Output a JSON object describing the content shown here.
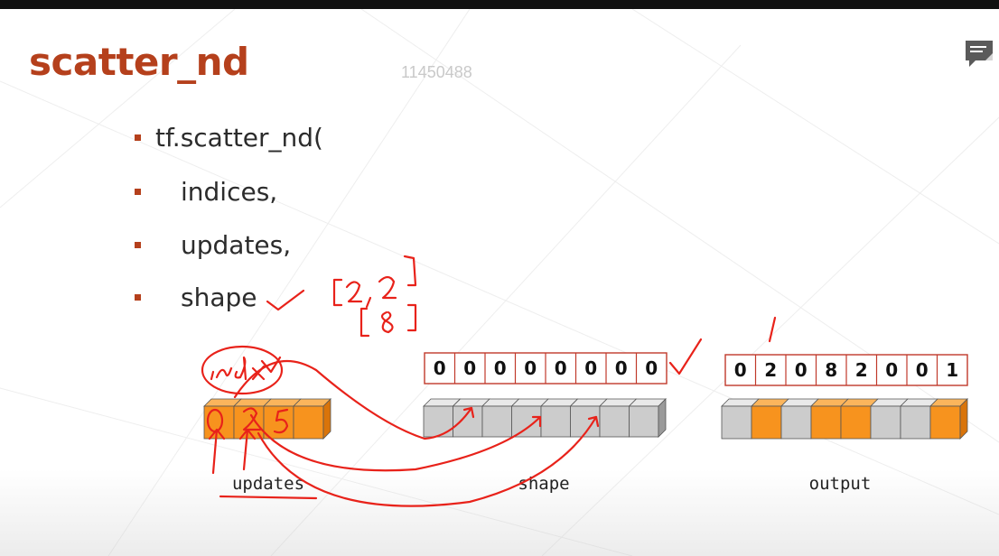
{
  "slide": {
    "title": "scatter_nd",
    "watermark": "11450488"
  },
  "bullets": [
    {
      "text": "tf.scatter_nd("
    },
    {
      "text": "indices,"
    },
    {
      "text": "updates,"
    },
    {
      "text": "shape"
    }
  ],
  "diagram": {
    "shape_values": [
      "0",
      "0",
      "0",
      "0",
      "0",
      "0",
      "0",
      "0"
    ],
    "output_values": [
      "0",
      "2",
      "0",
      "8",
      "2",
      "0",
      "0",
      "1"
    ],
    "updates_label": "updates",
    "shape_label": "shape",
    "output_label": "output",
    "updates_colors": [
      "orange",
      "orange",
      "orange",
      "orange"
    ],
    "output_colors": [
      "gray",
      "orange",
      "gray",
      "orange",
      "orange",
      "gray",
      "gray",
      "orange"
    ]
  },
  "colors": {
    "title": "#b5401c",
    "orange": "#f7931e",
    "gray": "#cccccc",
    "ink": "#e8221a"
  },
  "icons": {
    "note": "note-icon"
  }
}
